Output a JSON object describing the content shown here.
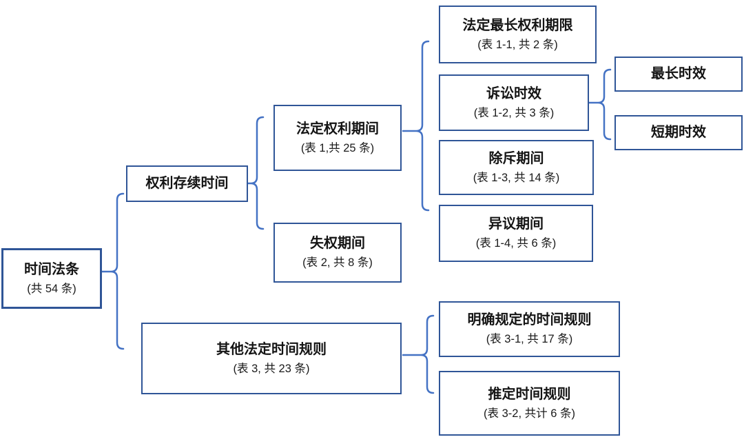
{
  "colors": {
    "box_border": "#2f5597",
    "connector": "#4472c4",
    "background": "#ffffff"
  },
  "nodes": {
    "root": {
      "title": "时间法条",
      "subtitle": "(共 54 条)"
    },
    "rights_duration": {
      "title": "权利存续时间",
      "subtitle": ""
    },
    "statutory_right": {
      "title": "法定权利期间",
      "subtitle": "(表 1,共 25 条)"
    },
    "forfeiture": {
      "title": "失权期间",
      "subtitle": "(表 2, 共 8 条)"
    },
    "max_statutory_term": {
      "title": "法定最长权利期限",
      "subtitle": "(表 1-1, 共 2 条)"
    },
    "litigation": {
      "title": "诉讼时效",
      "subtitle": "(表 1-2, 共 3 条)"
    },
    "exclusion": {
      "title": "除斥期间",
      "subtitle": "(表 1-3, 共 14 条)"
    },
    "objection": {
      "title": "异议期间",
      "subtitle": "(表 1-4, 共 6 条)"
    },
    "max_limitation": {
      "title": "最长时效",
      "subtitle": ""
    },
    "short_limitation": {
      "title": "短期时效",
      "subtitle": ""
    },
    "other_rules": {
      "title": "其他法定时间规则",
      "subtitle": "(表 3, 共 23 条)"
    },
    "explicit_rules": {
      "title": "明确规定的时间规则",
      "subtitle": "(表 3-1, 共 17 条)"
    },
    "presumed_rules": {
      "title": "推定时间规则",
      "subtitle": "(表 3-2, 共计 6 条)"
    }
  },
  "edges": [
    {
      "from": "root",
      "to": [
        "rights_duration",
        "other_rules"
      ]
    },
    {
      "from": "rights_duration",
      "to": [
        "statutory_right",
        "forfeiture"
      ]
    },
    {
      "from": "statutory_right",
      "to": [
        "max_statutory_term",
        "litigation",
        "exclusion",
        "objection"
      ]
    },
    {
      "from": "litigation",
      "to": [
        "max_limitation",
        "short_limitation"
      ]
    },
    {
      "from": "other_rules",
      "to": [
        "explicit_rules",
        "presumed_rules"
      ]
    }
  ]
}
